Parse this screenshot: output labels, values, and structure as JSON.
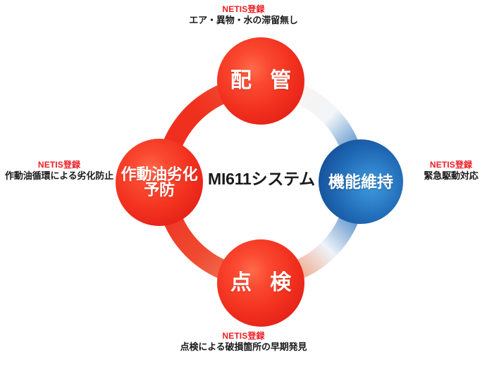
{
  "diagram": {
    "center": {
      "title": "MI611システム"
    },
    "nodes": [
      {
        "id": "top",
        "label": "配 管",
        "color": "#ee2a1e"
      },
      {
        "id": "left",
        "label": "作動油劣化予防",
        "color": "#ee2a1e"
      },
      {
        "id": "right",
        "label": "機能維持",
        "color": "#1f68b4"
      },
      {
        "id": "bottom",
        "label": "点 検",
        "color": "#ee2a1e"
      }
    ],
    "callouts": [
      {
        "id": "top",
        "badge": "NETIS登録",
        "text": "エア・異物・水の滞留無し"
      },
      {
        "id": "left",
        "badge": "NETIS登録",
        "text": "作動油循環による劣化防止"
      },
      {
        "id": "right",
        "badge": "NETIS登録",
        "text": "緊急駆動対応"
      },
      {
        "id": "bottom",
        "badge": "NETIS登録",
        "text": "点検による破損箇所の早期発見"
      }
    ],
    "colors": {
      "red": "#ee2a1e",
      "blue": "#1f68b4",
      "netis_red": "#ee1c23",
      "text_dark": "#1a1a1a",
      "background": "#ffffff"
    }
  }
}
